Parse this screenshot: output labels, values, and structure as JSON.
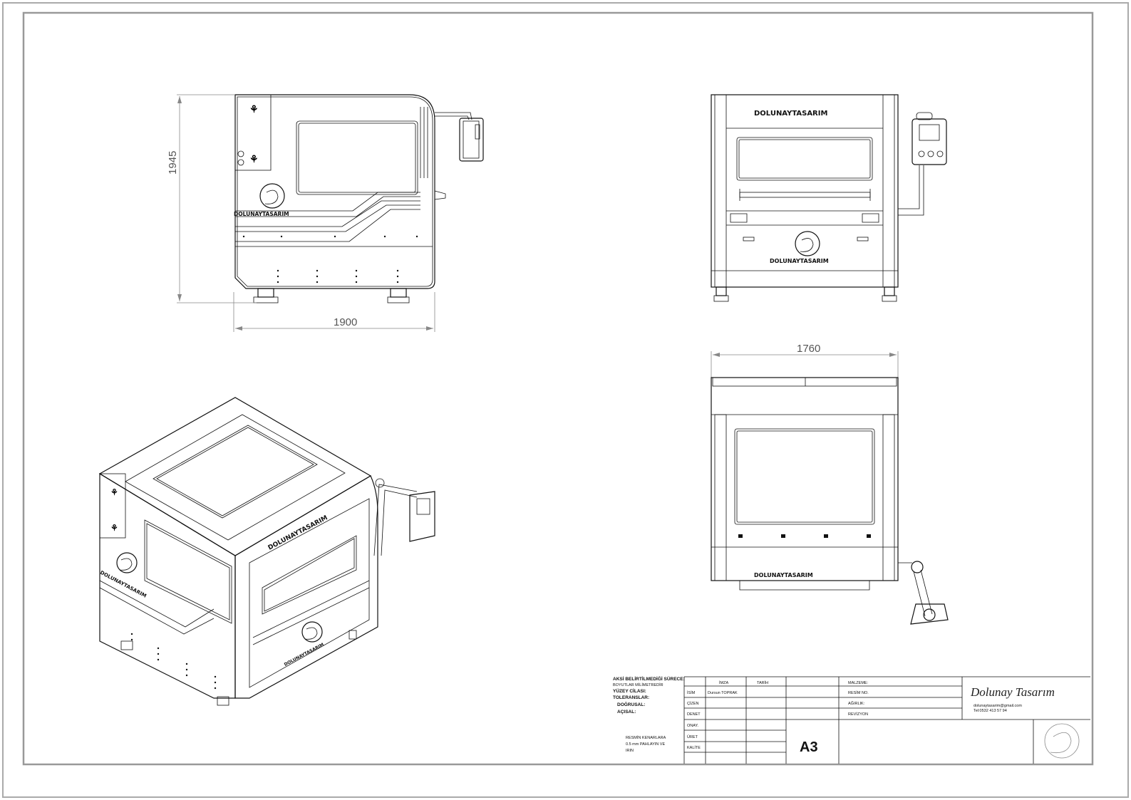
{
  "dimensions": {
    "side_height": "1945",
    "side_width": "1900",
    "top_width": "1760"
  },
  "brand_mark": "DOLUNAYTASARIM",
  "title_block": {
    "notes": [
      "AKSİ BELİRTİLMEDİĞİ SÜRECE:",
      "BOYUTLAR MİLİMETREDİR",
      "YÜZEY CİLASI:",
      "TOLERANSLAR:",
      "DOĞRUSAL:",
      "AÇISAL:"
    ],
    "edge_note": [
      "RESMİN KENARLARA",
      "0.5 mm PAHLAYIN VE",
      "IRIN"
    ],
    "col_headers": [
      "İMZA",
      "TARİH"
    ],
    "rows": [
      {
        "label": "İSİM",
        "value": "Dursun TOPRAK"
      },
      {
        "label": "ÇİZEN",
        "value": ""
      },
      {
        "label": "DENET",
        "value": ""
      },
      {
        "label": "ONAY.",
        "value": ""
      },
      {
        "label": "ÜRET",
        "value": ""
      },
      {
        "label": "KALİTE",
        "value": ""
      }
    ],
    "info_labels": [
      "MALZEME:",
      "RESİM NO.",
      "AĞIRLIK:",
      "REVİZYON"
    ],
    "sheet_size": "A3",
    "company": "Dolunay Tasarım",
    "email": "dolunaytasarim@gmail.com",
    "phone": "Tel:0532 413 57 94"
  }
}
